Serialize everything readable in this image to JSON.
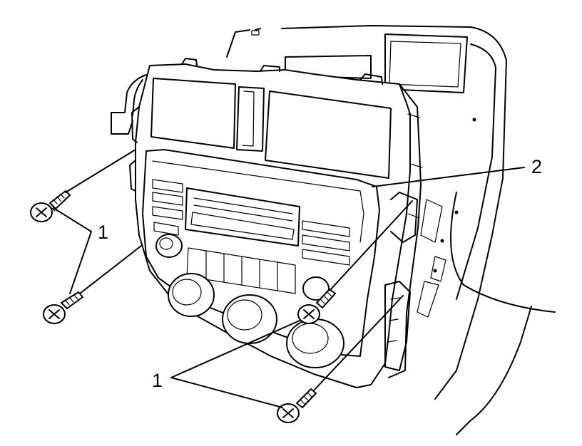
{
  "diagram": {
    "callouts": {
      "screws_left": "1",
      "screws_bottom": "1",
      "panel": "2"
    },
    "parts": [
      "screw",
      "screw",
      "screw",
      "screw",
      "radio-climate-control-panel"
    ]
  }
}
